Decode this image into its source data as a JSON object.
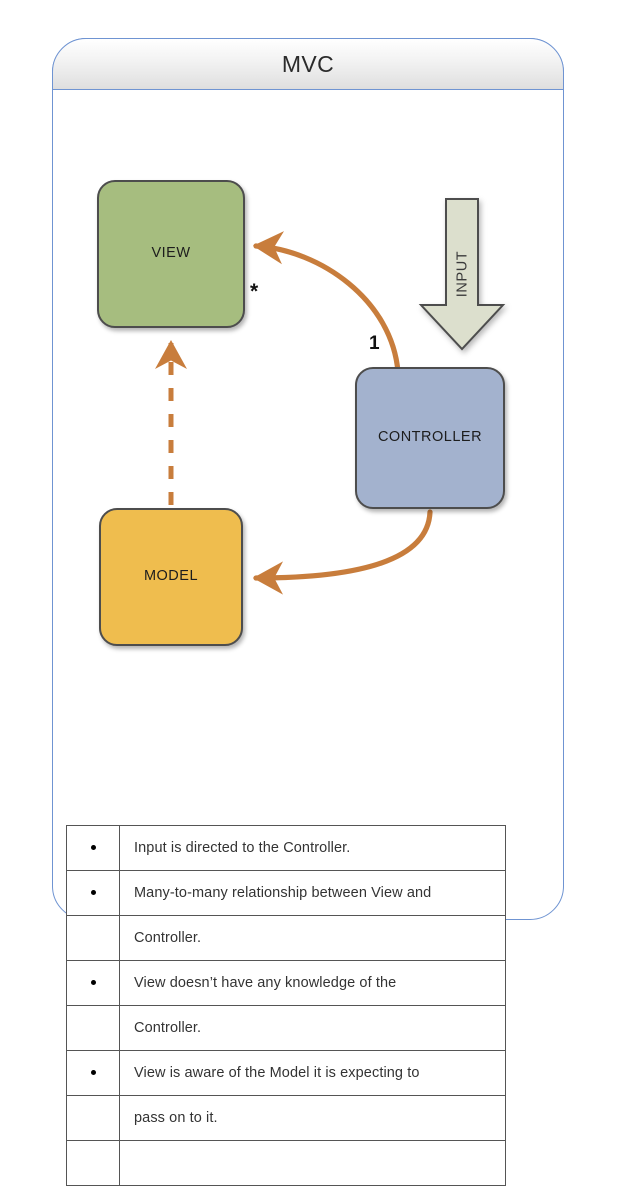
{
  "diagram": {
    "title": "MVC",
    "nodes": [
      {
        "id": "view",
        "label": "VIEW",
        "color": "#a6bd7f"
      },
      {
        "id": "controller",
        "label": "CONTROLLER",
        "color": "#a3b2ce"
      },
      {
        "id": "model",
        "label": "MODEL",
        "color": "#efbd4e"
      }
    ],
    "input_arrow": {
      "label": "INPUT",
      "color": "#dcdfcd",
      "target": "controller"
    },
    "multiplicity": {
      "view_side": "*",
      "controller_side": "1"
    },
    "connectors": [
      {
        "from": "controller",
        "to": "view",
        "style": "solid-curve",
        "color": "#c87d3c"
      },
      {
        "from": "controller",
        "to": "model",
        "style": "solid-curve",
        "color": "#c87d3c"
      },
      {
        "from": "model",
        "to": "view",
        "style": "dashed-line",
        "color": "#c87d3c"
      }
    ]
  },
  "notes": {
    "rows": [
      {
        "bullet": true,
        "text": "Input is directed to the Controller."
      },
      {
        "bullet": true,
        "text": "Many-to-many relationship between View and"
      },
      {
        "bullet": false,
        "text": "Controller."
      },
      {
        "bullet": true,
        "text": "View doesn’t have any knowledge of the"
      },
      {
        "bullet": false,
        "text": "Controller."
      },
      {
        "bullet": true,
        "text": "View is aware of the Model it is expecting to"
      },
      {
        "bullet": false,
        "text": "pass on to it."
      },
      {
        "bullet": false,
        "text": ""
      }
    ]
  }
}
